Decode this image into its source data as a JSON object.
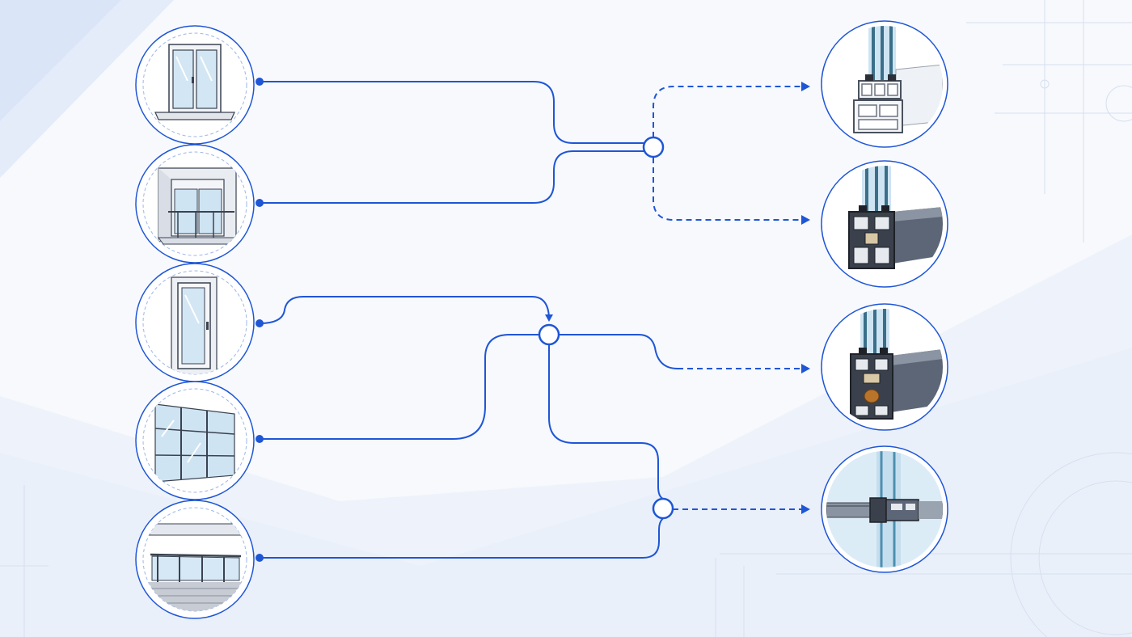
{
  "colors": {
    "accent": "#1f56d6",
    "background": "#f7f9fd",
    "panel_tint": "#e3ebf9",
    "glass": "#cfe4f3",
    "frame_light": "#eef1f5",
    "frame_dark": "#5c6676",
    "frame_shadow": "#2b3038",
    "gasket": "#b8742a"
  },
  "sources": [
    {
      "id": "window",
      "icon": "casement-window-icon"
    },
    {
      "id": "balcony-window",
      "icon": "balcony-glazing-icon"
    },
    {
      "id": "entrance-door",
      "icon": "door-icon"
    },
    {
      "id": "curtain-wall",
      "icon": "curtain-wall-icon"
    },
    {
      "id": "terrace-railing",
      "icon": "glass-railing-icon"
    }
  ],
  "profiles": [
    {
      "id": "pvc-profile",
      "icon": "pvc-profile-section-icon"
    },
    {
      "id": "aluminium-profile",
      "icon": "aluminium-profile-section-icon"
    },
    {
      "id": "thermal-break-profile",
      "icon": "thermal-break-profile-section-icon"
    },
    {
      "id": "facade-mullion-profile",
      "icon": "facade-mullion-section-icon"
    }
  ],
  "junctions": [
    {
      "id": "junction-1"
    },
    {
      "id": "junction-2"
    },
    {
      "id": "junction-3"
    }
  ]
}
